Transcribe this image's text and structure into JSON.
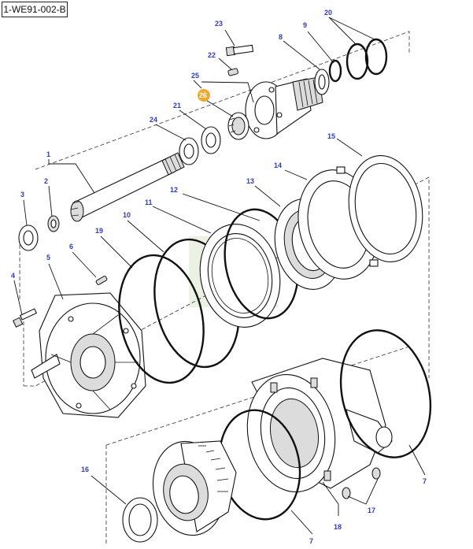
{
  "title": "1-WE91-002-B",
  "callouts": {
    "c1": "1",
    "c2": "2",
    "c3": "3",
    "c4": "4",
    "c5": "5",
    "c6": "6",
    "c7a": "7",
    "c7b": "7",
    "c8": "8",
    "c9": "9",
    "c10": "10",
    "c11": "11",
    "c12": "12",
    "c13": "13",
    "c14": "14",
    "c15": "15",
    "c16": "16",
    "c17": "17",
    "c18": "18",
    "c19": "19",
    "c20": "20",
    "c21": "21",
    "c22": "22",
    "c23": "23",
    "c24": "24",
    "c25": "25",
    "c26": "26"
  },
  "colors": {
    "callout_text": "#2e3cc0",
    "highlight_badge": "#f0a830",
    "watermark": "#dde8cc"
  }
}
